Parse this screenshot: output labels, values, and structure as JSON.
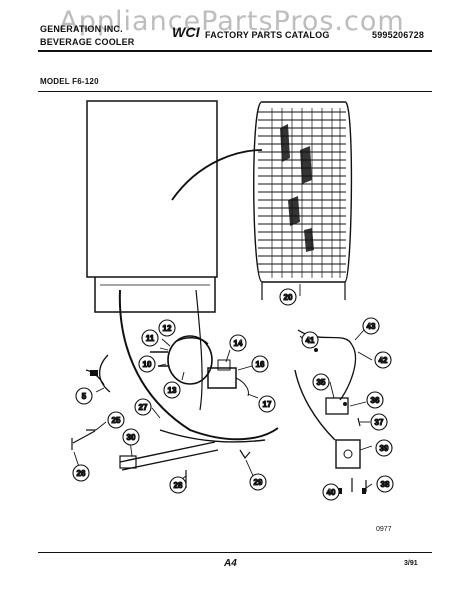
{
  "watermark": "AppliancePartsPros.com",
  "header": {
    "line1": "GENERATION INC.",
    "line2": "BEVERAGE COOLER",
    "logo": "WCI",
    "catalog": "FACTORY PARTS CATALOG",
    "part_no": "5995206728"
  },
  "model": "MODEL F6-120",
  "callouts": [
    "11",
    "12",
    "10",
    "13",
    "14",
    "16",
    "17",
    "20",
    "41",
    "43",
    "42",
    "35",
    "36",
    "37",
    "39",
    "5",
    "25",
    "27",
    "30",
    "26",
    "28",
    "29",
    "40",
    "38"
  ],
  "drawing_code": "0977",
  "page_label": "A4",
  "date_code": "3/91"
}
